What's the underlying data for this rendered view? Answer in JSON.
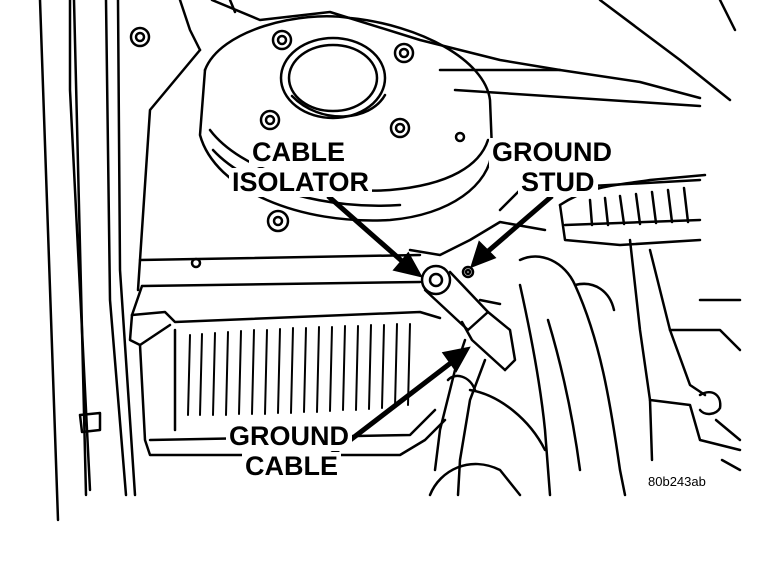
{
  "callouts": {
    "cable_isolator": [
      "CABLE",
      "ISOLATOR"
    ],
    "ground_stud": [
      "GROUND",
      "STUD"
    ],
    "ground_cable": [
      "GROUND",
      "CABLE"
    ]
  },
  "figure_id": "80b243ab"
}
